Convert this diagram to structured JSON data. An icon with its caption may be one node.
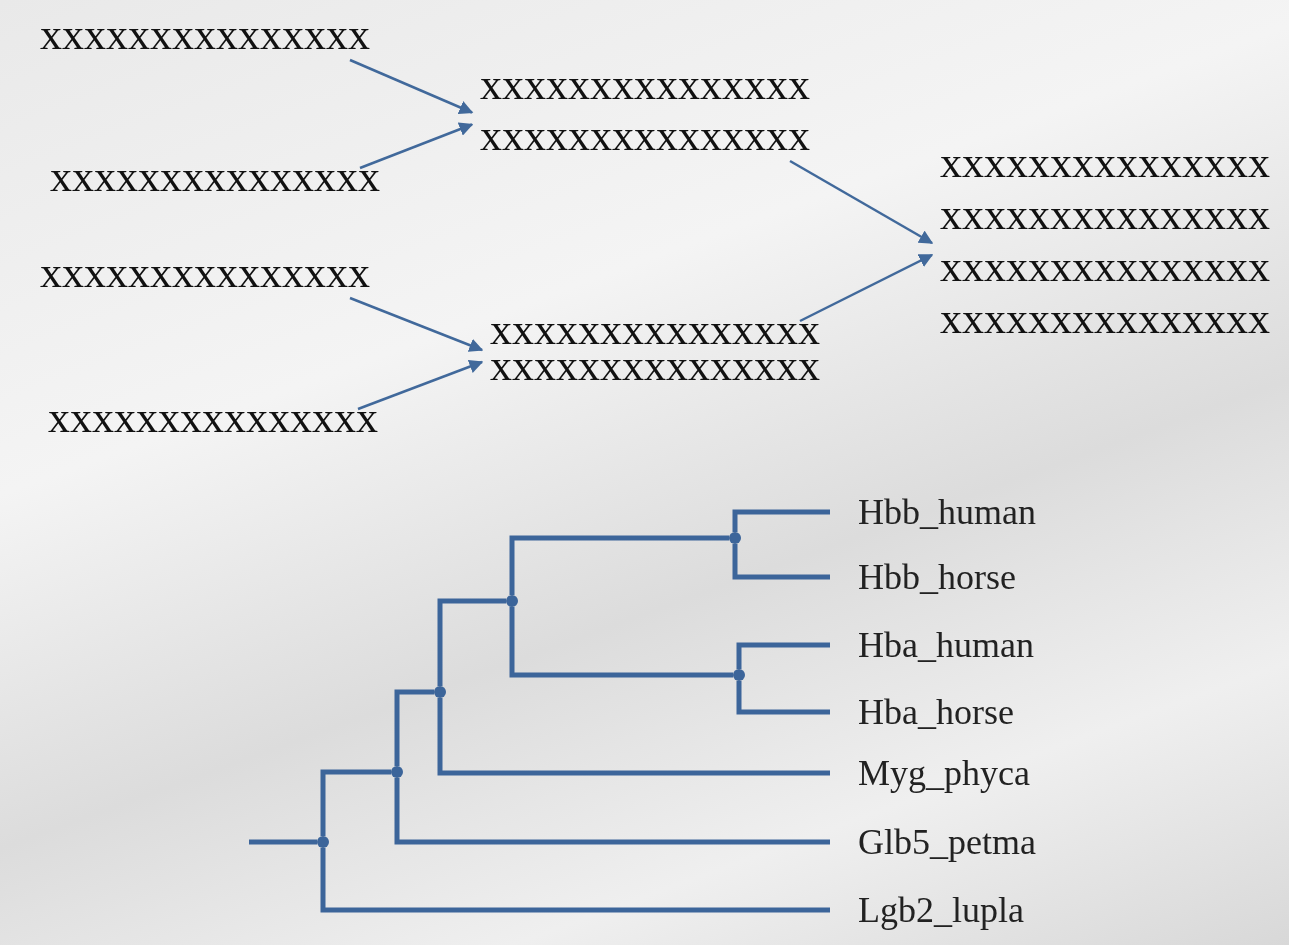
{
  "diagram": {
    "nodes": [
      {
        "text": [
          "xxxxxxxxxxxxxxx"
        ]
      },
      {
        "text": [
          "xxxxxxxxxxxxxxx"
        ]
      },
      {
        "text": [
          "xxxxxxxxxxxxxxx",
          "xxxxxxxxxxxxxxx"
        ]
      },
      {
        "text": [
          "xxxxxxxxxxxxxxx"
        ]
      },
      {
        "text": [
          "xxxxxxxxxxxxxxx"
        ]
      },
      {
        "text": [
          "xxxxxxxxxxxxxxx",
          "xxxxxxxxxxxxxxx"
        ]
      },
      {
        "text": [
          "xxxxxxxxxxxxxxx",
          "xxxxxxxxxxxxxxx",
          "xxxxxxxxxxxxxxx",
          "xxxxxxxxxxxxxxx"
        ]
      },
      {
        "text": [
          "Hbb_human"
        ]
      },
      {
        "text": [
          "Hbb_horse"
        ]
      },
      {
        "text": [
          "Hba_human"
        ]
      },
      {
        "text": [
          "Hba_horse"
        ]
      },
      {
        "text": [
          "Myg_phyca"
        ]
      },
      {
        "text": [
          "Glb5_petma"
        ]
      },
      {
        "text": [
          "Lgb2_lupla"
        ]
      },
      {
        "text": [],
        "shape": "circle"
      },
      {
        "text": [],
        "shape": "circle"
      },
      {
        "text": [],
        "shape": "circle"
      },
      {
        "text": [],
        "shape": "circle"
      },
      {
        "text": [],
        "shape": "circle"
      },
      {
        "text": [],
        "shape": "circle"
      }
    ],
    "edges": [
      {
        "from": 0,
        "to": 2,
        "arrow": "to"
      },
      {
        "from": 1,
        "to": 2,
        "arrow": "to"
      },
      {
        "from": 3,
        "to": 5,
        "arrow": "to"
      },
      {
        "from": 4,
        "to": 5,
        "arrow": "to"
      },
      {
        "from": 2,
        "to": 6,
        "arrow": "to"
      },
      {
        "from": 5,
        "to": 6,
        "arrow": "to"
      },
      {
        "from": null,
        "to": 14,
        "arrow": "none"
      },
      {
        "from": 14,
        "to": 15,
        "arrow": "none"
      },
      {
        "from": 14,
        "to": 13,
        "arrow": "none"
      },
      {
        "from": 15,
        "to": 16,
        "arrow": "none"
      },
      {
        "from": 15,
        "to": 12,
        "arrow": "none"
      },
      {
        "from": 16,
        "to": 17,
        "arrow": "none"
      },
      {
        "from": 16,
        "to": 11,
        "arrow": "none"
      },
      {
        "from": 17,
        "to": 18,
        "arrow": "none"
      },
      {
        "from": 17,
        "to": 19,
        "arrow": "none"
      },
      {
        "from": 18,
        "to": 7,
        "arrow": "none"
      },
      {
        "from": 18,
        "to": 8,
        "arrow": "none"
      },
      {
        "from": 19,
        "to": 9,
        "arrow": "none"
      },
      {
        "from": 19,
        "to": 10,
        "arrow": "none"
      }
    ]
  }
}
